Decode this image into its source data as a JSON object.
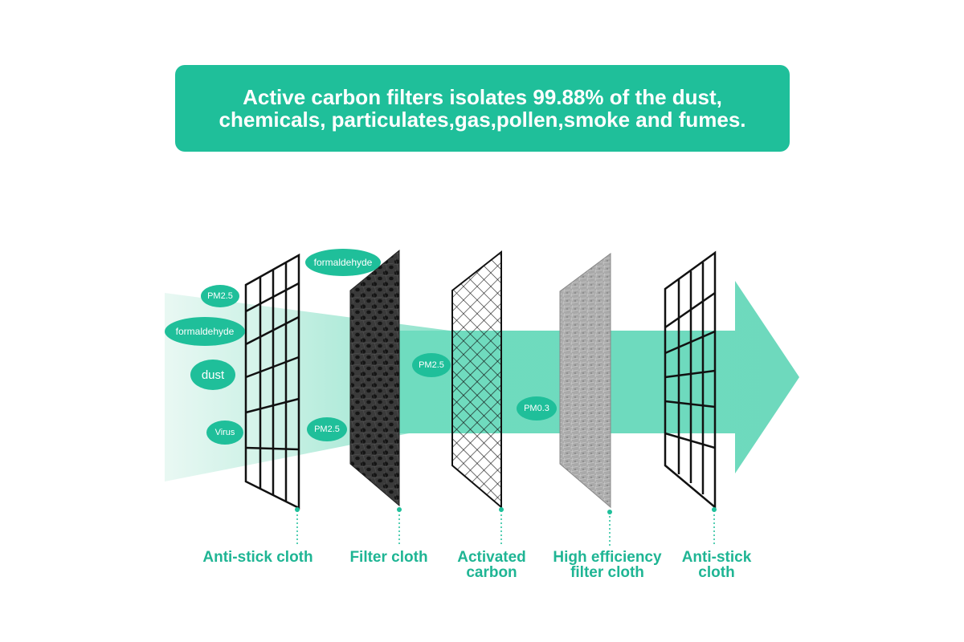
{
  "banner": {
    "line1": "Active carbon filters isolates 99.88% of the dust,",
    "line2": "chemicals, particulates,gas,pollen,smoke and fumes."
  },
  "tags": {
    "pm25_left": "PM2.5",
    "formaldehyde_left": "formaldehyde",
    "dust": "dust",
    "virus": "Virus",
    "pm25_filter": "PM2.5",
    "formaldehyde_top": "formaldehyde",
    "pm25_mid": "PM2.5",
    "pm03": "PM0.3"
  },
  "layers": [
    {
      "line1": "Anti-stick cloth",
      "line2": ""
    },
    {
      "line1": "Filter cloth",
      "line2": ""
    },
    {
      "line1": "Activated",
      "line2": "carbon"
    },
    {
      "line1": "High efficiency",
      "line2": "filter cloth"
    },
    {
      "line1": "Anti-stick",
      "line2": "cloth"
    }
  ],
  "colors": {
    "accent": "#1fbf9a",
    "flow": "#7fe0c6",
    "label": "#1fb594"
  }
}
